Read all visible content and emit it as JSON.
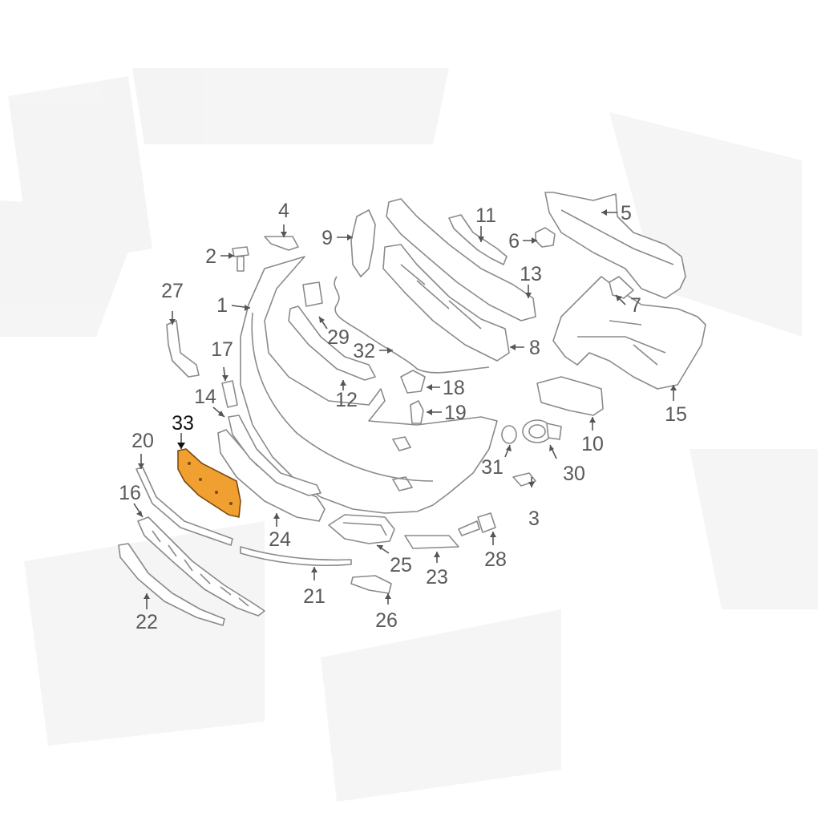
{
  "diagram": {
    "highlight_color": "#f0a030",
    "highlighted_part": "33",
    "callouts": [
      {
        "id": "p1",
        "label": "1"
      },
      {
        "id": "p2",
        "label": "2"
      },
      {
        "id": "p3",
        "label": "3"
      },
      {
        "id": "p4",
        "label": "4"
      },
      {
        "id": "p5",
        "label": "5"
      },
      {
        "id": "p6",
        "label": "6"
      },
      {
        "id": "p7",
        "label": "7"
      },
      {
        "id": "p8",
        "label": "8"
      },
      {
        "id": "p9",
        "label": "9"
      },
      {
        "id": "p10",
        "label": "10"
      },
      {
        "id": "p11",
        "label": "11"
      },
      {
        "id": "p12",
        "label": "12"
      },
      {
        "id": "p13",
        "label": "13"
      },
      {
        "id": "p14",
        "label": "14"
      },
      {
        "id": "p15",
        "label": "15"
      },
      {
        "id": "p16",
        "label": "16"
      },
      {
        "id": "p17",
        "label": "17"
      },
      {
        "id": "p18",
        "label": "18"
      },
      {
        "id": "p19",
        "label": "19"
      },
      {
        "id": "p20",
        "label": "20"
      },
      {
        "id": "p21",
        "label": "21"
      },
      {
        "id": "p22",
        "label": "22"
      },
      {
        "id": "p23",
        "label": "23"
      },
      {
        "id": "p24",
        "label": "24"
      },
      {
        "id": "p25",
        "label": "25"
      },
      {
        "id": "p26",
        "label": "26"
      },
      {
        "id": "p27",
        "label": "27"
      },
      {
        "id": "p28",
        "label": "28"
      },
      {
        "id": "p29",
        "label": "29"
      },
      {
        "id": "p30",
        "label": "30"
      },
      {
        "id": "p31",
        "label": "31"
      },
      {
        "id": "p32",
        "label": "32"
      },
      {
        "id": "p33",
        "label": "33"
      }
    ]
  }
}
